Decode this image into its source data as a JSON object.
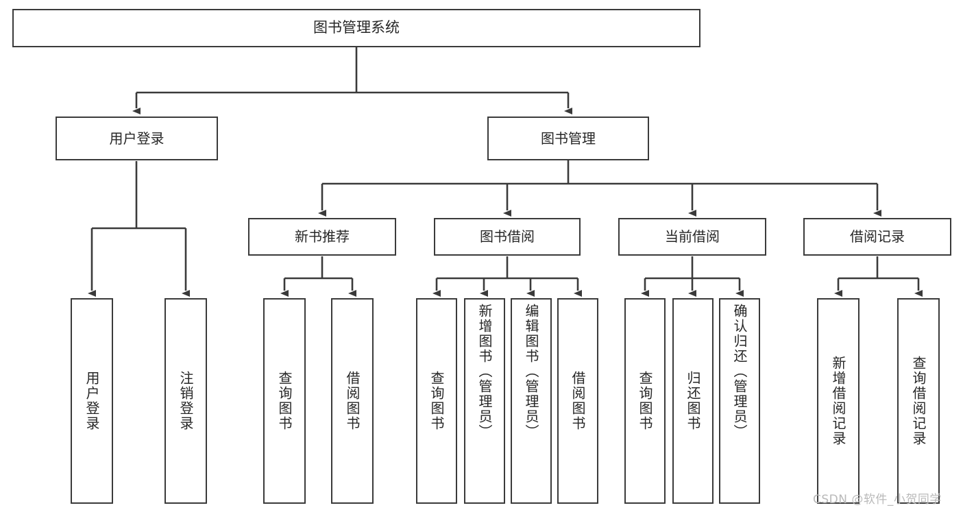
{
  "diagram": {
    "title": "图书管理系统",
    "type": "tree",
    "orientation": "top-down",
    "colors": {
      "background": "#ffffff",
      "box_border": "#3a3a3a",
      "box_fill": "#ffffff",
      "text": "#262626",
      "connector": "#3a3a3a",
      "watermark": "#b9b9b9"
    },
    "root": {
      "label": "图书管理系统"
    },
    "level2": [
      {
        "label": "用户登录"
      },
      {
        "label": "图书管理"
      }
    ],
    "level3": [
      {
        "label": "新书推荐"
      },
      {
        "label": "图书借阅"
      },
      {
        "label": "当前借阅"
      },
      {
        "label": "借阅记录"
      }
    ],
    "leaves": {
      "user_login": [
        {
          "label": "用户登录"
        },
        {
          "label": "注销登录"
        }
      ],
      "new_book_recommend": [
        {
          "label": "查询图书"
        },
        {
          "label": "借阅图书"
        }
      ],
      "book_borrow": [
        {
          "label": "查询图书"
        },
        {
          "label": "新增图书（管理员）"
        },
        {
          "label": "编辑图书（管理员）"
        },
        {
          "label": "借阅图书"
        }
      ],
      "current_borrow": [
        {
          "label": "查询图书"
        },
        {
          "label": "归还图书"
        },
        {
          "label": "确认归还（管理员）"
        }
      ],
      "borrow_record": [
        {
          "label": "新增借阅记录"
        },
        {
          "label": "查询借阅记录"
        }
      ]
    },
    "watermark": "CSDN @软件_小贺同学"
  }
}
